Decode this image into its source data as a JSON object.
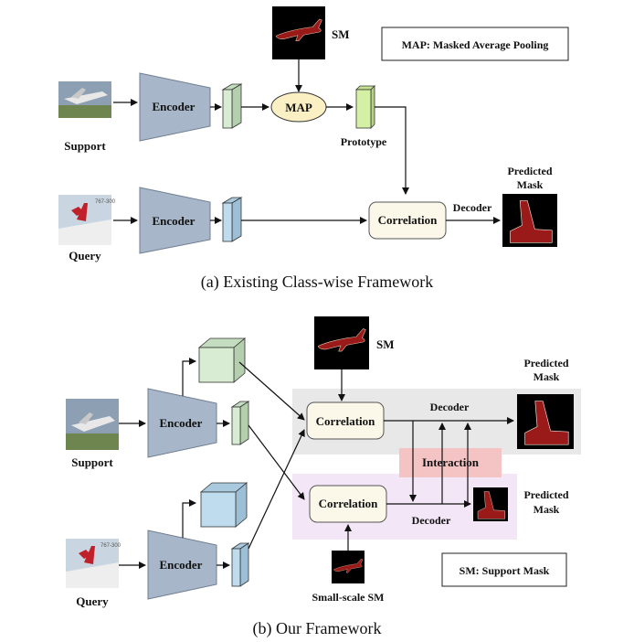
{
  "panel_a": {
    "caption": "(a) Existing Class-wise Framework",
    "sm_label": "SM",
    "legend": "MAP: Masked Average Pooling",
    "map_label": "MAP",
    "prototype_label": "Prototype",
    "support_label": "Support",
    "query_label": "Query",
    "encoder_support": "Encoder",
    "encoder_query": "Encoder",
    "correlation_label": "Correlation",
    "decoder_label": "Decoder",
    "predicted_line1": "Predicted",
    "predicted_line2": "Mask",
    "plane_tag": "767-300"
  },
  "panel_b": {
    "caption": "(b) Our Framework",
    "sm_label": "SM",
    "predicted_top_line1": "Predicted",
    "predicted_top_line2": "Mask",
    "predicted_bottom_line1": "Predicted",
    "predicted_bottom_line2": "Mask",
    "correlation_top": "Correlation",
    "correlation_bottom": "Correlation",
    "decoder_top": "Decoder",
    "decoder_bottom": "Decoder",
    "interaction_label": "Interaction",
    "support_label": "Support",
    "query_label": "Query",
    "encoder_support": "Encoder",
    "encoder_query": "Encoder",
    "small_sm_label": "Small-scale SM",
    "legend": "SM: Support Mask",
    "plane_tag": "767-300"
  },
  "colors": {
    "encoder_fill": "#a7b6c8",
    "feature_green": "#d7ecd2",
    "prototype_green": "#d4f0a4",
    "feature_blue": "#bfdcef",
    "map_fill": "#fbf0c4",
    "correlation_fill": "#fbf8ea",
    "gray_panel": "#e8e8e8",
    "purple_panel": "#f3e6f7",
    "interaction_fill": "#f4c4c4",
    "mask_red": "#9a1a1a"
  }
}
